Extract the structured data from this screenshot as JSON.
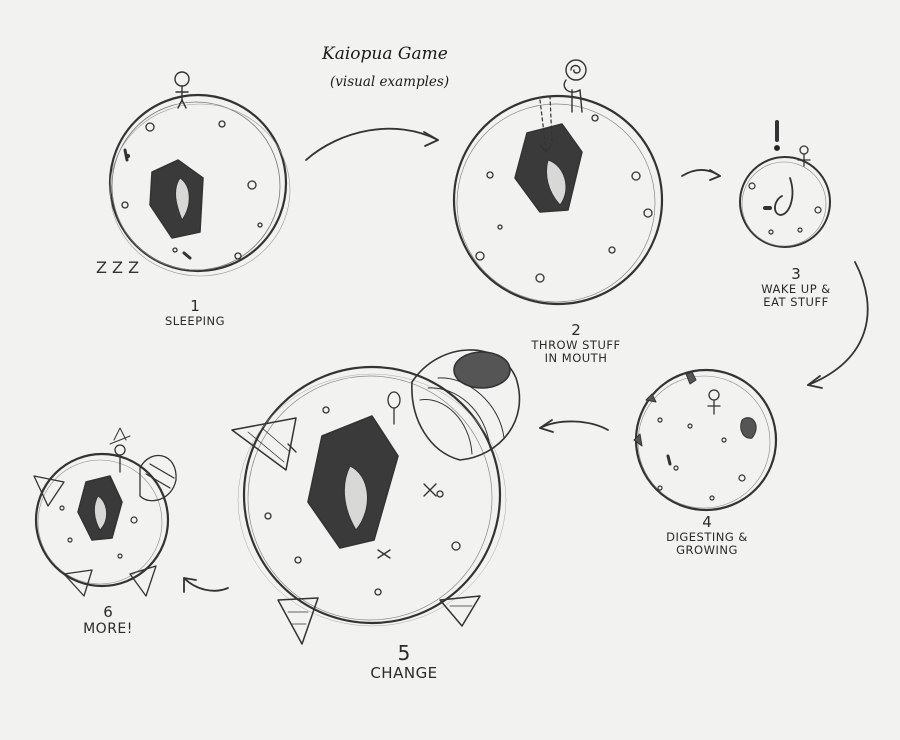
{
  "header": {
    "title": "Kaiopua Game",
    "subtitle": "(visual examples)"
  },
  "steps": [
    {
      "number": "1",
      "caption": "SLEEPING"
    },
    {
      "number": "2",
      "caption": "THROW STUFF IN MOUTH"
    },
    {
      "number": "3",
      "caption": "WAKE UP & EAT STUFF"
    },
    {
      "number": "4",
      "caption": "DIGESTING & GROWING"
    },
    {
      "number": "5",
      "caption": "CHANGE"
    },
    {
      "number": "6",
      "caption": "MORE!"
    }
  ],
  "sleep_marks": "Z Z Z",
  "exclamation": "!"
}
